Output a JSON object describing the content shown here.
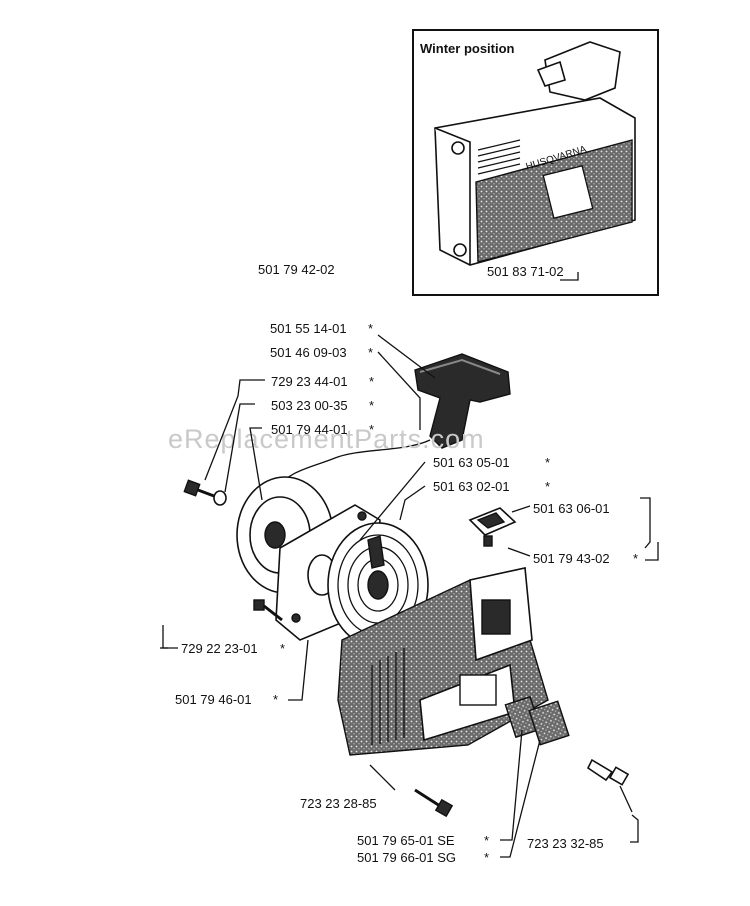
{
  "watermark": "eReplacementParts.com",
  "inset": {
    "title": "Winter position",
    "part_number": "501 83 71-02"
  },
  "labels": {
    "main_assembly": "501 79 42-02",
    "handle": "501 55 14-01",
    "rope": "501 46 09-03",
    "screw_top": "729 23 44-01",
    "washer": "503 23 00-35",
    "pulley": "501 79 44-01",
    "spring_cassette": "501 63 05-01",
    "spring": "501 63 02-01",
    "grill": "501 63 06-01",
    "cover": "501 79 43-02",
    "screw_left": "729 22 23-01",
    "pawl_plate": "501 79 46-01",
    "screw_bottom": "723 23 28-85",
    "decal_se": "501 79 65-01 SE",
    "decal_sg": "501 79 66-01 SG",
    "screw_right": "723 23 32-85"
  },
  "asterisk": "*"
}
